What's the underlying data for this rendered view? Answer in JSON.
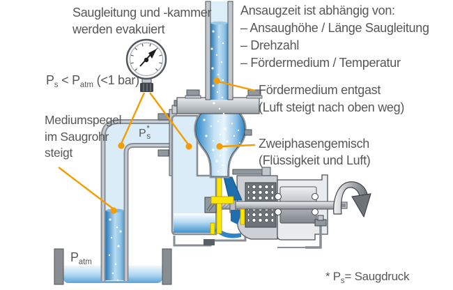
{
  "colors": {
    "accent_orange": "#F59C00",
    "text_gray": "#575756",
    "water_light": "#D9ECF8",
    "water_deep": "#2E86C8",
    "metal_gray": "#C8CCD0",
    "impeller_yellow": "#FFE600"
  },
  "icons": {
    "pressure_gauge": "pressure-gauge",
    "rotation_arrow": "rotation-arrow"
  },
  "labels": {
    "evacuated": {
      "line1": "Saugleitung und -kammer",
      "line2": "werden evakuiert"
    },
    "pressure": {
      "base1": "P",
      "sub1": "s",
      "mid": " < P",
      "sub2": "atm",
      "tail": " (<1 bar)"
    },
    "medium": {
      "line1": "Mediumspegel",
      "line2": "im Saugrohr",
      "line3": "steigt"
    },
    "ps_star": {
      "base": "P",
      "sup": "*",
      "sub": "s"
    },
    "p_atm": {
      "base": "P",
      "sub": "atm"
    },
    "suction_time": {
      "title": "Ansaugzeit ist abhängig von:",
      "items": [
        "– Ansaughöhe / Länge Saugleitung",
        "– Drehzahl",
        "– Fördermedium / Temperatur"
      ]
    },
    "degassed": {
      "line1": "Fördermedium entgast",
      "line2": "(Luft steigt nach oben weg)"
    },
    "two_phase": {
      "line1": "Zweiphasengemisch",
      "line2": "(Flüssigkeit und Luft)"
    },
    "footnote": {
      "pre": "* P",
      "sub": "s",
      "tail": "= Saugdruck"
    }
  }
}
